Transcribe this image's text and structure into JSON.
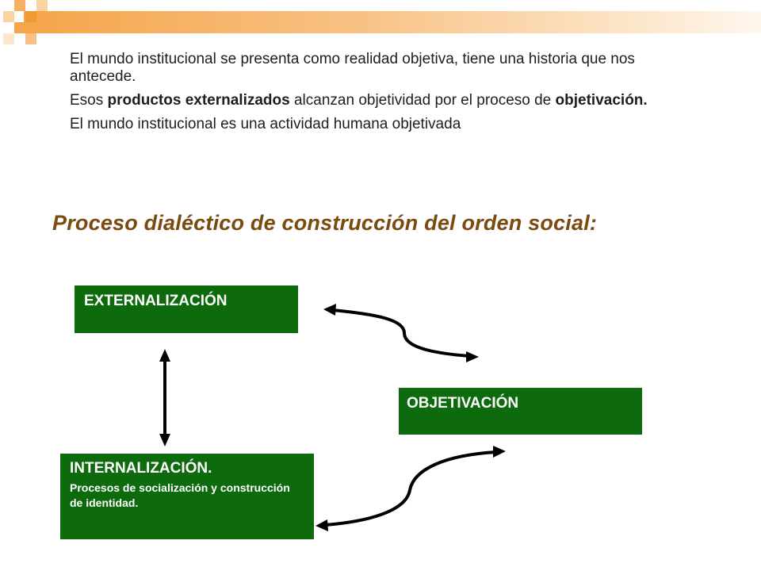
{
  "slide": {
    "bullets": [
      {
        "parts": [
          {
            "text": "El mundo institucional se presenta como realidad objetiva, tiene una historia que nos antecede.",
            "bold": false
          }
        ]
      },
      {
        "parts": [
          {
            "text": "Esos ",
            "bold": false
          },
          {
            "text": "productos externalizados",
            "bold": true
          },
          {
            "text": " alcanzan objetividad por el proceso de ",
            "bold": false
          },
          {
            "text": "objetivación.",
            "bold": true
          }
        ]
      },
      {
        "parts": [
          {
            "text": "El mundo institucional es una actividad humana objetivada",
            "bold": false
          }
        ]
      }
    ],
    "heading": "Proceso dialéctico de construcción del orden social:"
  },
  "diagram": {
    "boxes": {
      "externalizacion": {
        "title": "EXTERNALIZACIÓN"
      },
      "objetivacion": {
        "title": "OBJETIVACIÓN"
      },
      "internalizacion": {
        "title": "INTERNALIZACIÓN.",
        "subtitle": "Procesos de socialización y construcción de identidad."
      }
    },
    "box_color": "#0d6b0d",
    "arrow_color": "#000000"
  },
  "theme": {
    "heading_color": "#7a4a0e",
    "accent": "#f5a54a"
  }
}
